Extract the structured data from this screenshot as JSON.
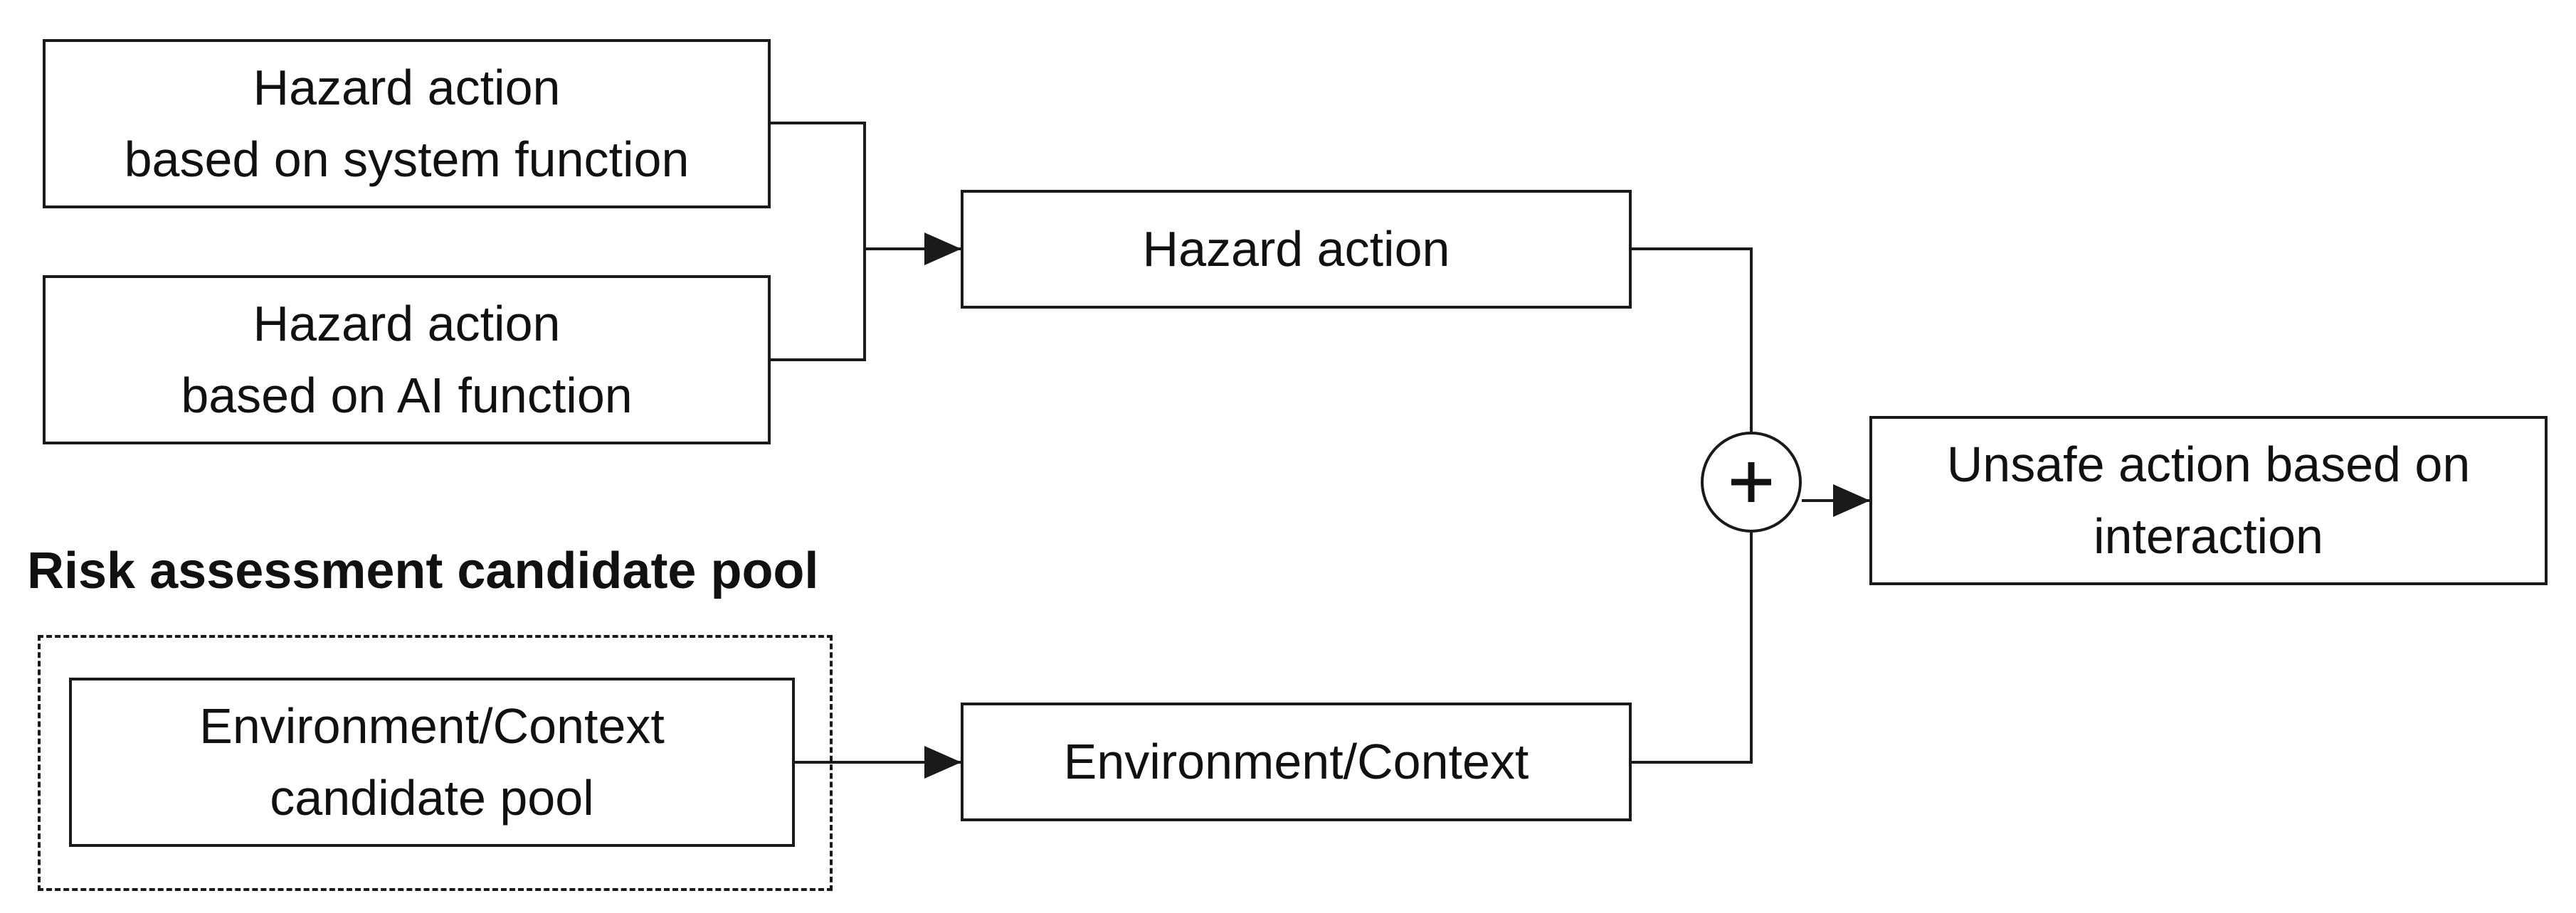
{
  "diagram": {
    "nodes": {
      "hazard_system": {
        "line1": "Hazard action",
        "line2": "based on system function"
      },
      "hazard_ai": {
        "line1": "Hazard action",
        "line2": "based on AI function"
      },
      "hazard_action": {
        "label": "Hazard action"
      },
      "env_pool": {
        "line1": "Environment/Context",
        "line2": "candidate pool"
      },
      "env_context": {
        "label": "Environment/Context"
      },
      "unsafe_action": {
        "line1": "Unsafe action based on",
        "line2": "interaction"
      }
    },
    "group_title": "Risk assessment candidate pool",
    "combine_operator": "+",
    "edges": [
      {
        "from": "hazard_system",
        "to": "hazard_action"
      },
      {
        "from": "hazard_ai",
        "to": "hazard_action"
      },
      {
        "from": "env_pool",
        "to": "env_context"
      },
      {
        "from": "hazard_action",
        "to": "combine"
      },
      {
        "from": "env_context",
        "to": "combine"
      },
      {
        "from": "combine",
        "to": "unsafe_action"
      }
    ],
    "colors": {
      "stroke": "#1a1a1a",
      "background": "#ffffff"
    }
  }
}
